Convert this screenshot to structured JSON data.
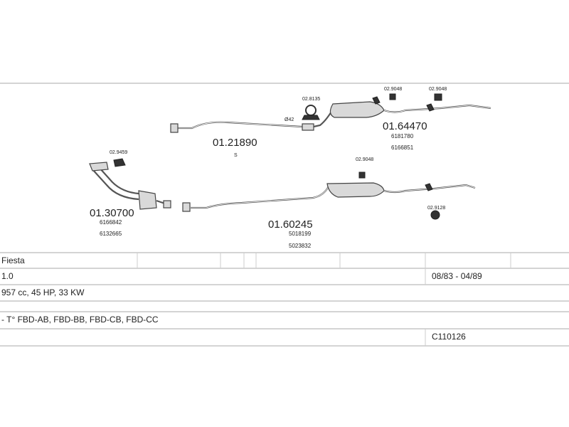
{
  "parts": {
    "p1": {
      "code": "01.21890",
      "sub": "S"
    },
    "p2": {
      "code": "01.64470",
      "oem1": "6181780",
      "oem2": "6166851"
    },
    "p3": {
      "code": "01.30700",
      "oem1": "6166842",
      "oem2": "6132665"
    },
    "p4": {
      "code": "01.60245",
      "oem1": "5018199",
      "oem2": "5023832"
    },
    "a1": "02.8135",
    "a2": "02.9048",
    "a3": "02.9048",
    "a4": "02.9459",
    "a5": "02.9048",
    "a6": "02.9128",
    "diam": "Ø42"
  },
  "table": {
    "model": "Fiesta",
    "engine": "1.0",
    "years": "08/83 - 04/89",
    "specs": "957 cc, 45 HP, 33 KW",
    "codes": "- T° FBD-AB, FBD-BB, FBD-CB, FBD-CC",
    "set_code": "C110126"
  }
}
